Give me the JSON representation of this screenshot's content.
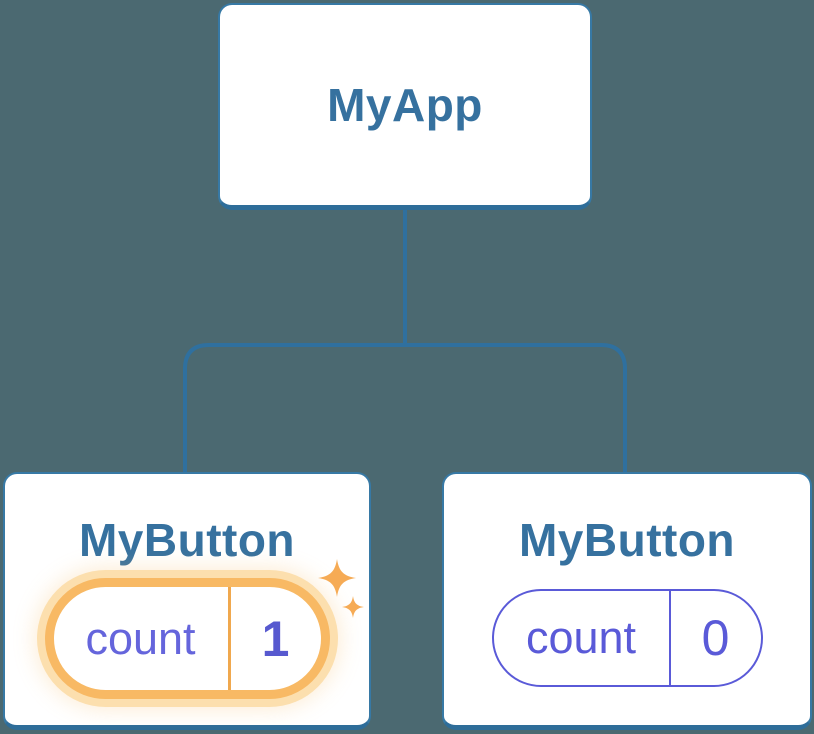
{
  "diagram": {
    "description": "React component tree with state",
    "background": "#4b6971"
  },
  "tree": {
    "root": {
      "label": "MyApp"
    },
    "children": [
      {
        "label": "MyButton",
        "state_name": "count",
        "state_value": "1",
        "highlighted": true
      },
      {
        "label": "MyButton",
        "state_name": "count",
        "state_value": "0",
        "highlighted": false
      }
    ]
  },
  "icons": {
    "sparkle_big": "sparkle-icon",
    "sparkle_small": "sparkle-icon"
  },
  "colors": {
    "bg": "#4b6971",
    "line": "#2f709f",
    "card-border": "#3779a5",
    "card-border-bottom": "#2e6d99",
    "title": "#36719f",
    "purple": "#6565dc",
    "purple-strong": "#5759cf",
    "purple-line": "#5a5ad8",
    "orange": "#f8b964",
    "orange-glow": "#fcdfae",
    "orange-divider": "#f0a84e",
    "sparkle": "#f6ab55",
    "card-bg": "#ffffff"
  }
}
